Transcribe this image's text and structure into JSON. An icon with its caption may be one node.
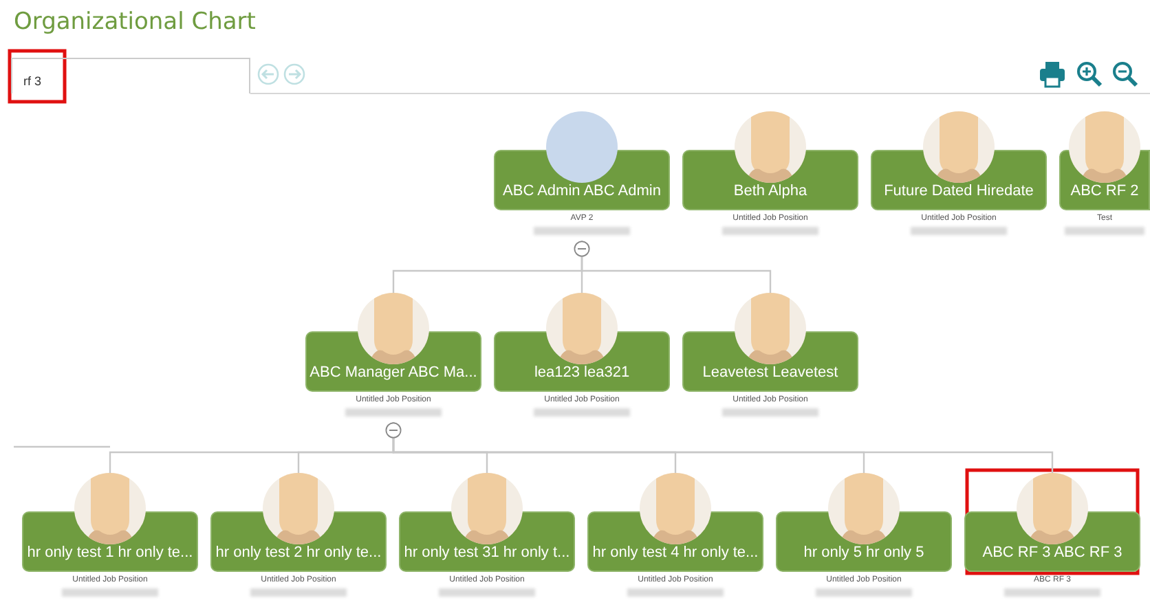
{
  "diagram": {
    "title": "Organizational Chart",
    "nodes": [
      {
        "text": [
          "ABC Admin ABC Admin",
          "AVP 2"
        ]
      },
      {
        "text": [
          "Beth Alpha",
          "Untitled Job Position"
        ]
      },
      {
        "text": [
          "Future Dated Hiredate",
          "Untitled Job Position"
        ]
      },
      {
        "text": [
          "ABC RF 2",
          "Test"
        ]
      },
      {
        "text": [
          "ABC Manager ABC Ma...",
          "Untitled Job Position"
        ]
      },
      {
        "text": [
          "lea123 lea321",
          "Untitled Job Position"
        ]
      },
      {
        "text": [
          "Leavetest Leavetest",
          "Untitled Job Position"
        ]
      },
      {
        "text": [
          "hr only test 1 hr only te...",
          "Untitled Job Position"
        ]
      },
      {
        "text": [
          "hr only test 2 hr only te...",
          "Untitled Job Position"
        ]
      },
      {
        "text": [
          "hr only test 31 hr only t...",
          "Untitled Job Position"
        ]
      },
      {
        "text": [
          "hr only test 4 hr only te...",
          "Untitled Job Position"
        ]
      },
      {
        "text": [
          "hr only 5 hr only 5",
          "Untitled Job Position"
        ]
      },
      {
        "text": [
          "ABC RF 3 ABC RF 3",
          "ABC RF 3"
        ]
      }
    ],
    "edges": [
      {
        "from": 0,
        "to": 4,
        "arrow": "none"
      },
      {
        "from": 0,
        "to": 5,
        "arrow": "none"
      },
      {
        "from": 0,
        "to": 6,
        "arrow": "none"
      },
      {
        "from": 4,
        "to": 7,
        "arrow": "none"
      },
      {
        "from": 4,
        "to": 8,
        "arrow": "none"
      },
      {
        "from": 4,
        "to": 9,
        "arrow": "none"
      },
      {
        "from": 4,
        "to": 10,
        "arrow": "none"
      },
      {
        "from": 4,
        "to": 11,
        "arrow": "none"
      },
      {
        "from": 4,
        "to": 12,
        "arrow": "none"
      }
    ],
    "labels": [
      "rf 3"
    ]
  }
}
